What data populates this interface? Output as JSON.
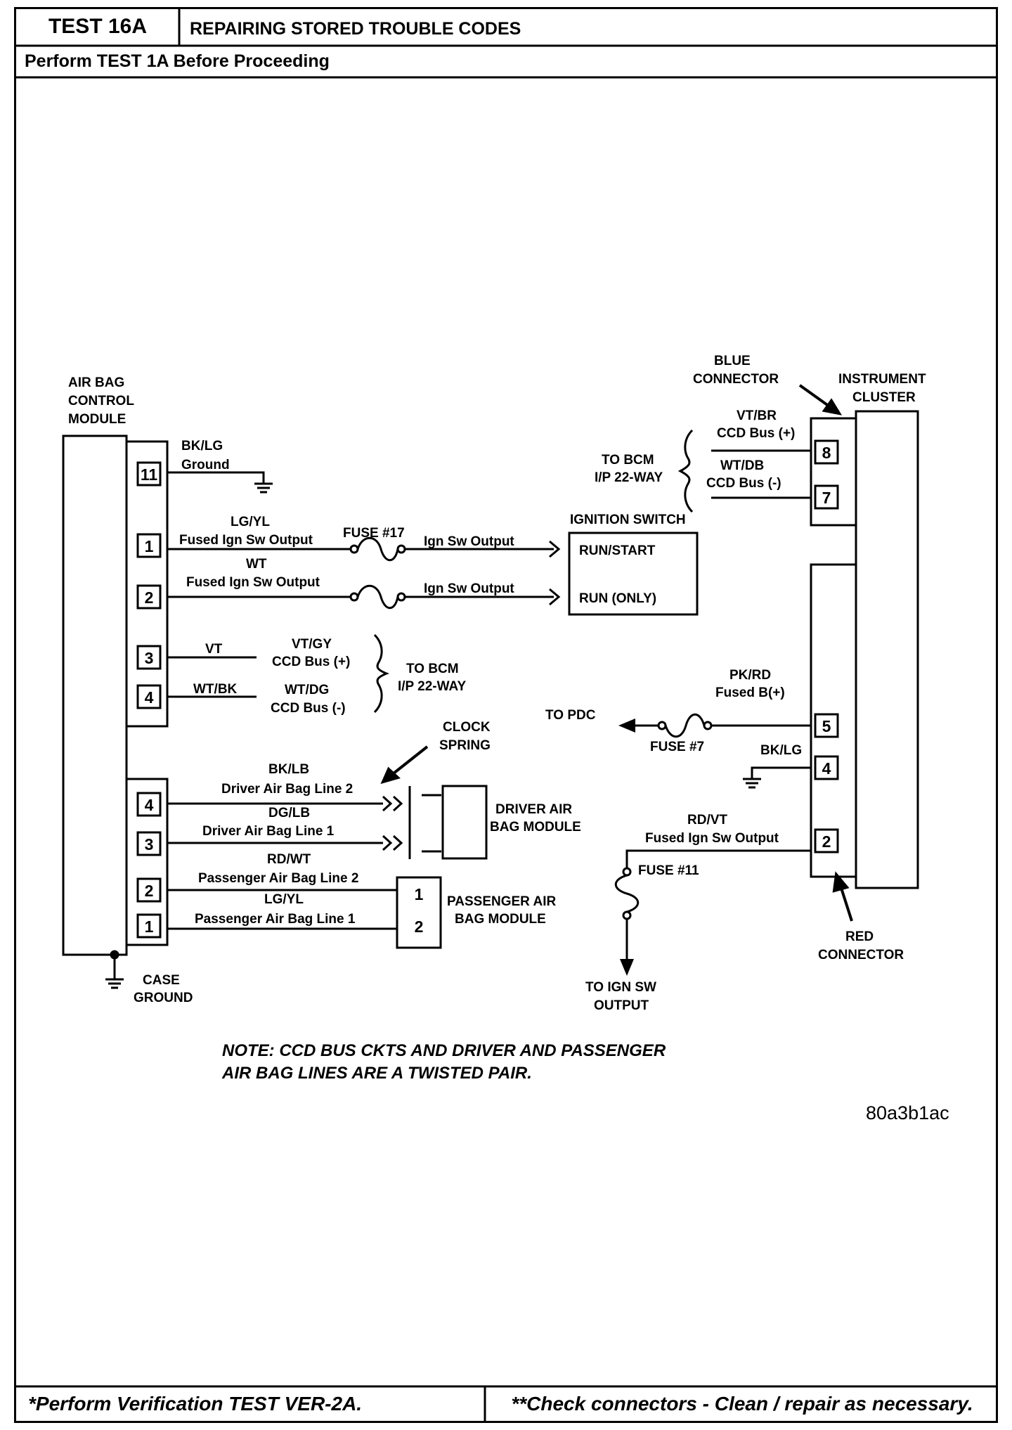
{
  "header": {
    "test_id": "TEST 16A",
    "title": "REPAIRING STORED TROUBLE CODES",
    "prerequisite": "Perform TEST 1A Before Proceeding"
  },
  "footer": {
    "left": "*Perform Verification TEST VER-2A.",
    "right": "**Check connectors - Clean / repair as necessary."
  },
  "diagram": {
    "abcm": {
      "line1": "AIR BAG",
      "line2": "CONTROL",
      "line3": "MODULE"
    },
    "abcm_pins_a": [
      "11",
      "1",
      "2",
      "3",
      "4"
    ],
    "abcm_pins_b": [
      "4",
      "3",
      "2",
      "1"
    ],
    "ground_wire": {
      "color": "BK/LG",
      "desc": "Ground"
    },
    "pin1_wire": {
      "color": "LG/YL",
      "desc": "Fused Ign Sw Output",
      "fuse": "FUSE #17",
      "out": "Ign Sw Output"
    },
    "pin2_wire": {
      "color": "WT",
      "desc": "Fused Ign Sw Output",
      "out": "Ign Sw Output"
    },
    "ignition_switch": {
      "title": "IGNITION SWITCH",
      "pos1": "RUN/START",
      "pos2": "RUN (ONLY)"
    },
    "ccd_left": {
      "pin3_color": "VT",
      "pin3_color2": "VT/GY",
      "pin3_desc": "CCD Bus (+)",
      "pin4_color": "WT/BK",
      "pin4_color2": "WT/DG",
      "pin4_desc": "CCD Bus (-)",
      "to_line1": "TO BCM",
      "to_line2": "I/P 22-WAY"
    },
    "clock_spring": {
      "line1": "CLOCK",
      "line2": "SPRING"
    },
    "driver_lines": {
      "line2_color": "BK/LB",
      "line2_desc": "Driver Air Bag Line 2",
      "line1_color": "DG/LB",
      "line1_desc": "Driver Air Bag Line 1"
    },
    "driver_module": {
      "line1": "DRIVER AIR",
      "line2": "BAG MODULE"
    },
    "passenger_lines": {
      "line2_color": "RD/WT",
      "line2_desc": "Passenger Air Bag Line 2",
      "line1_color": "LG/YL",
      "line1_desc": "Passenger Air Bag Line 1"
    },
    "passenger_module": {
      "line1": "PASSENGER AIR",
      "line2": "BAG MODULE",
      "pins": [
        "1",
        "2"
      ]
    },
    "case_ground": {
      "line1": "CASE",
      "line2": "GROUND"
    },
    "blue_connector": {
      "line1": "BLUE",
      "line2": "CONNECTOR"
    },
    "instrument_cluster": {
      "line1": "INSTRUMENT",
      "line2": "CLUSTER"
    },
    "cluster_blue_pins": [
      "8",
      "7"
    ],
    "cluster_red_pins": [
      "5",
      "4",
      "2"
    ],
    "ccd_right": {
      "pin8_color": "VT/BR",
      "pin8_desc": "CCD Bus (+)",
      "pin7_color": "WT/DB",
      "pin7_desc": "CCD Bus (-)",
      "to_line1": "TO BCM",
      "to_line2": "I/P 22-WAY"
    },
    "pin5_wire": {
      "color": "PK/RD",
      "desc": "Fused B(+)",
      "to": "TO PDC",
      "fuse": "FUSE #7"
    },
    "pin4_wire": {
      "color": "BK/LG"
    },
    "pin2_wire_cluster": {
      "color": "RD/VT",
      "desc": "Fused Ign Sw Output",
      "fuse": "FUSE #11",
      "to_line1": "TO IGN SW",
      "to_line2": "OUTPUT"
    },
    "red_connector": {
      "line1": "RED",
      "line2": "CONNECTOR"
    },
    "note": {
      "line1": "NOTE: CCD BUS CKTS AND DRIVER AND PASSENGER",
      "line2": "AIR BAG LINES ARE A TWISTED PAIR."
    },
    "figure_ref": "80a3b1ac"
  }
}
